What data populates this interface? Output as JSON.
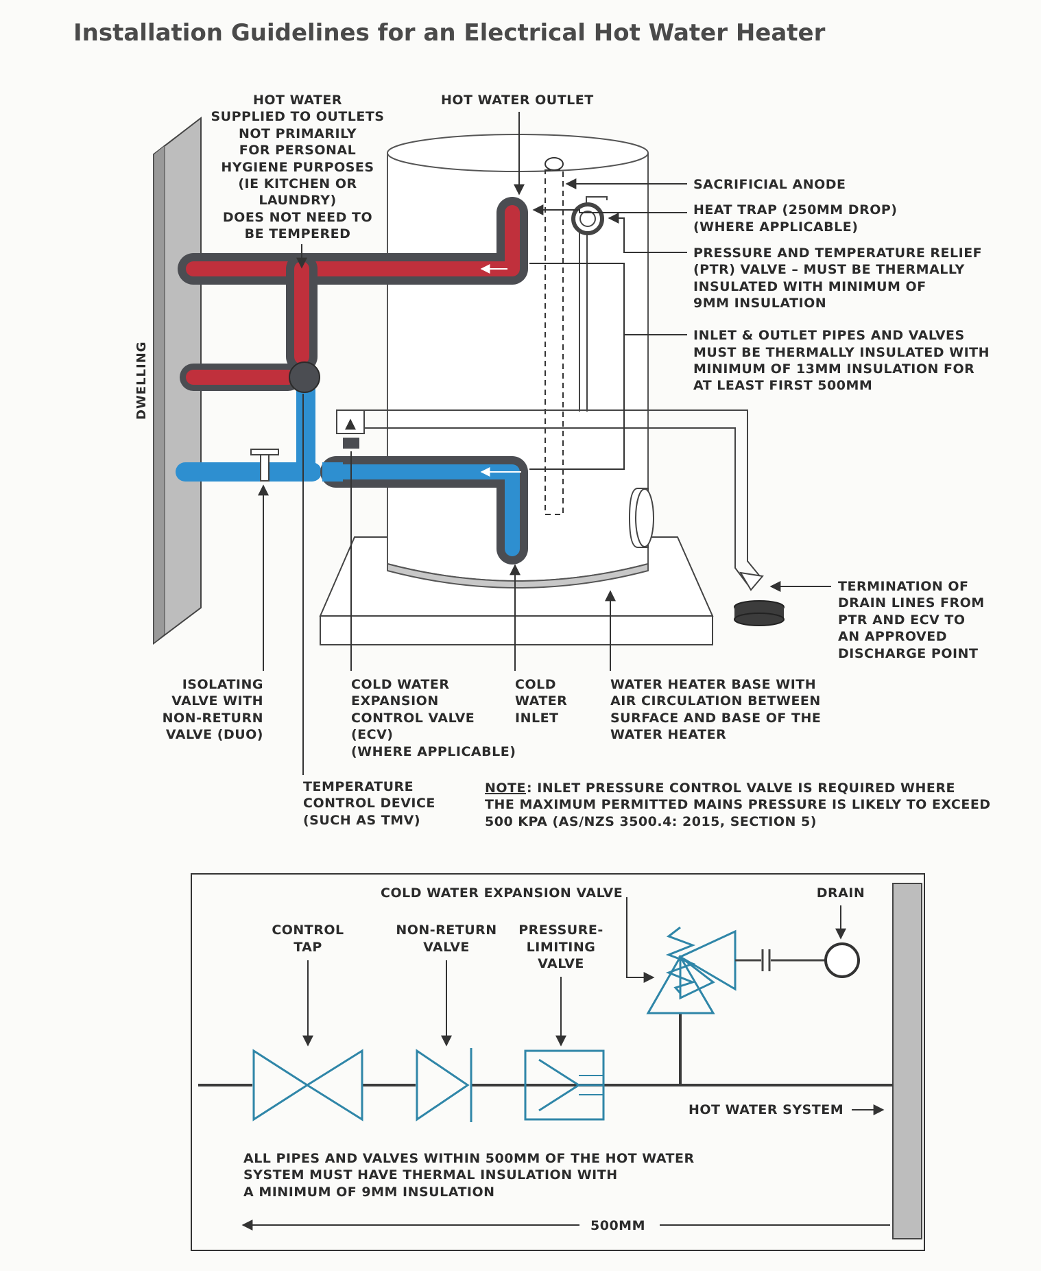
{
  "title": "Installation Guidelines for an Electrical Hot Water Heater",
  "colors": {
    "hot_pipe": "#c0303c",
    "cold_pipe": "#2e8fd0",
    "insulation": "#4b4d52",
    "valve_symbol": "#2f86a8",
    "wall": "#bdbdbd"
  },
  "upper": {
    "dwelling": "DWELLING",
    "hot_water_supplied": [
      "HOT WATER",
      "SUPPLIED TO OUTLETS",
      "NOT PRIMARILY",
      "FOR PERSONAL",
      "HYGIENE PURPOSES",
      "(IE KITCHEN OR",
      "LAUNDRY)",
      "DOES NOT NEED TO",
      "BE TEMPERED"
    ],
    "hot_water_outlet": "HOT WATER OUTLET",
    "sacrificial_anode": "SACRIFICIAL ANODE",
    "heat_trap": [
      "HEAT TRAP (250MM DROP)",
      "(WHERE APPLICABLE)"
    ],
    "ptr_valve": [
      "PRESSURE AND TEMPERATURE RELIEF",
      "(PTR) VALVE – MUST BE THERMALLY",
      "INSULATED WITH MINIMUM OF",
      "9MM INSULATION"
    ],
    "inlet_outlet_pipes": [
      "INLET & OUTLET PIPES AND VALVES",
      "MUST BE THERMALLY INSULATED WITH",
      "MINIMUM OF 13MM INSULATION FOR",
      "AT LEAST FIRST 500MM"
    ],
    "termination": [
      "TERMINATION OF",
      "DRAIN LINES FROM",
      "PTR AND ECV TO",
      "AN APPROVED",
      "DISCHARGE POINT"
    ],
    "isolating_valve": [
      "ISOLATING",
      "VALVE WITH",
      "NON-RETURN",
      "VALVE (DUO)"
    ],
    "cold_expansion": [
      "COLD WATER",
      "EXPANSION",
      "CONTROL VALVE",
      "(ECV)",
      "(WHERE APPLICABLE)"
    ],
    "cold_inlet": [
      "COLD",
      "WATER",
      "INLET"
    ],
    "heater_base": [
      "WATER HEATER BASE WITH",
      "AIR CIRCULATION BETWEEN",
      "SURFACE AND BASE OF THE",
      "WATER HEATER"
    ],
    "temperature_device": [
      "TEMPERATURE",
      "CONTROL DEVICE",
      "(SUCH AS TMV)"
    ],
    "note_prefix": "NOTE",
    "note_lines": [
      ": INLET PRESSURE CONTROL VALVE IS REQUIRED WHERE",
      "THE MAXIMUM PERMITTED MAINS PRESSURE IS LIKELY TO EXCEED",
      "500 KPA (AS/NZS 3500.4: 2015, SECTION 5)"
    ]
  },
  "lower": {
    "cold_expansion_valve": "COLD WATER EXPANSION VALVE",
    "drain": "DRAIN",
    "control_tap": [
      "CONTROL",
      "TAP"
    ],
    "non_return": [
      "NON-RETURN",
      "VALVE"
    ],
    "pressure_limiting": [
      "PRESSURE-",
      "LIMITING",
      "VALVE"
    ],
    "hot_water_system": "HOT WATER SYSTEM",
    "insulation_note": [
      "ALL PIPES AND VALVES WITHIN 500MM OF THE HOT WATER",
      "SYSTEM MUST HAVE THERMAL INSULATION WITH",
      "A MINIMUM OF 9MM INSULATION"
    ],
    "distance": "500MM"
  }
}
